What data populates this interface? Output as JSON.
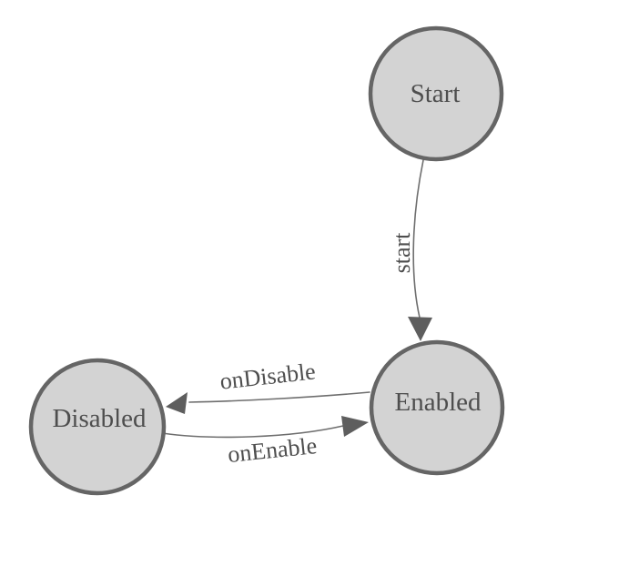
{
  "diagram": {
    "colors": {
      "background": "#ffffff",
      "node_fill": "#d3d3d3",
      "node_border": "#656565",
      "edge_line": "#6e6e6e",
      "arrowhead": "#5e5e5e",
      "label_text": "#4e4e4e"
    },
    "nodes": [
      {
        "id": "start",
        "label": "Start"
      },
      {
        "id": "enabled",
        "label": "Enabled"
      },
      {
        "id": "disabled",
        "label": "Disabled"
      }
    ],
    "edges": [
      {
        "from": "start",
        "to": "enabled",
        "label": "start"
      },
      {
        "from": "enabled",
        "to": "disabled",
        "label": "onDisable"
      },
      {
        "from": "disabled",
        "to": "enabled",
        "label": "onEnable"
      }
    ]
  }
}
